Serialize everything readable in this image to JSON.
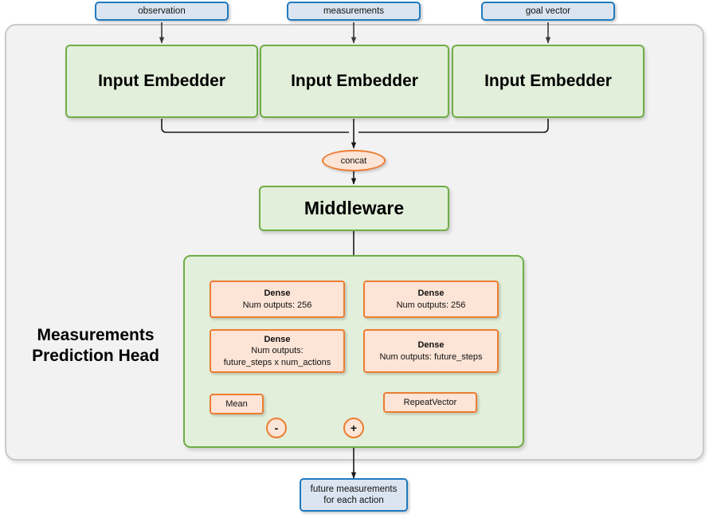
{
  "diagram": {
    "title": "Measurements Prediction Head",
    "inputs": [
      {
        "label": "observation"
      },
      {
        "label": "measurements"
      },
      {
        "label": "goal vector"
      }
    ],
    "embedders": [
      {
        "label": "Input Embedder"
      },
      {
        "label": "Input Embedder"
      },
      {
        "label": "Input Embedder"
      }
    ],
    "concat": {
      "label": "concat"
    },
    "middleware": {
      "label": "Middleware"
    },
    "head": {
      "label_line1": "Measurements",
      "label_line2": "Prediction Head",
      "left_branch": {
        "dense1": {
          "title": "Dense",
          "detail": "Num outputs: 256"
        },
        "dense2": {
          "title": "Dense",
          "detail_line1": "Num outputs:",
          "detail_line2": "future_steps x num_actions"
        },
        "mean": {
          "label": "Mean"
        },
        "op": {
          "label": "-"
        }
      },
      "right_branch": {
        "dense1": {
          "title": "Dense",
          "detail": "Num outputs: 256"
        },
        "dense2": {
          "title": "Dense",
          "detail": "Num outputs: future_steps"
        },
        "repeat_vector": {
          "label": "RepeatVector"
        },
        "op": {
          "label": "+"
        }
      }
    },
    "output": {
      "line1": "future measurements",
      "line2": "for each action"
    },
    "colors": {
      "io_fill": "#dbe5f1",
      "io_border": "#1f7ac0",
      "module_fill": "#e2efda",
      "module_border": "#70ad47",
      "op_fill": "#fce4d6",
      "op_border": "#ed7d31",
      "frame_fill": "#f2f2f2",
      "frame_border": "#c9c9c9",
      "wire": "#1a1a1a"
    }
  }
}
